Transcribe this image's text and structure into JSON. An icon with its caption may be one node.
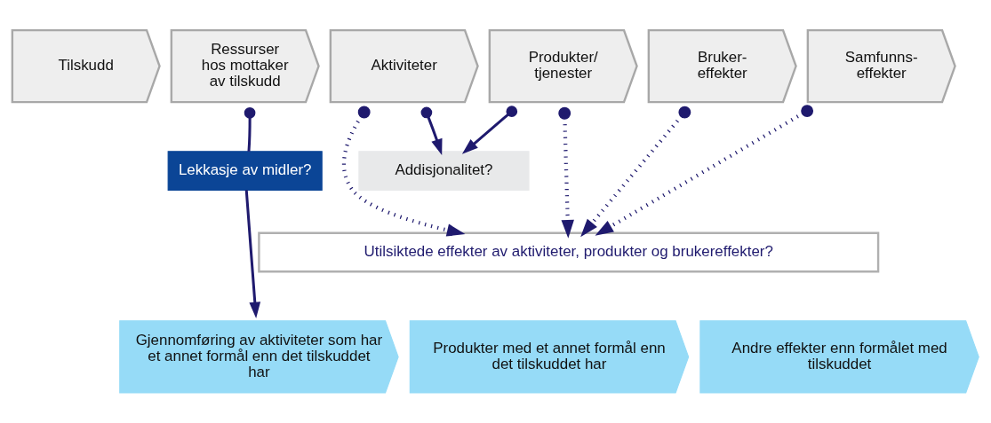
{
  "diagram": {
    "nodes": [
      {
        "text": [
          "Tilskudd"
        ]
      },
      {
        "text": [
          "Ressurser hos mottaker av tilskudd"
        ]
      },
      {
        "text": [
          "Aktiviteter"
        ]
      },
      {
        "text": [
          "Produkter/ tjenester"
        ]
      },
      {
        "text": [
          "Bruker- effekter"
        ]
      },
      {
        "text": [
          "Samfunns- effekter"
        ]
      },
      {
        "text": [
          "Lekkasje av midler?"
        ]
      },
      {
        "text": [
          "Addisjonalitet?"
        ]
      },
      {
        "text": [
          "Utilsiktede effekter av aktiviteter, produkter og brukereffekter?"
        ]
      },
      {
        "text": [
          "Gjennomføring av aktiviteter som har et annet formål enn det tilskuddet har"
        ]
      },
      {
        "text": [
          "Produkter med et annet formål enn det tilskuddet har"
        ]
      },
      {
        "text": [
          "Andre effekter enn formålet med tilskuddet"
        ]
      }
    ],
    "edges": [
      {
        "from": 1,
        "to": 6,
        "arrow": "other"
      },
      {
        "from": 6,
        "to": 9,
        "arrow": "to"
      },
      {
        "from": 2,
        "to": 8,
        "arrow": "to",
        "style": "dashed"
      },
      {
        "from": 2,
        "to": 7,
        "arrow": "to"
      },
      {
        "from": 3,
        "to": 7,
        "arrow": "to"
      },
      {
        "from": 3,
        "to": 8,
        "arrow": "to",
        "style": "dashed"
      },
      {
        "from": 4,
        "to": 8,
        "arrow": "to",
        "style": "dashed"
      },
      {
        "from": 5,
        "to": 8,
        "arrow": "to",
        "style": "dashed"
      }
    ]
  }
}
